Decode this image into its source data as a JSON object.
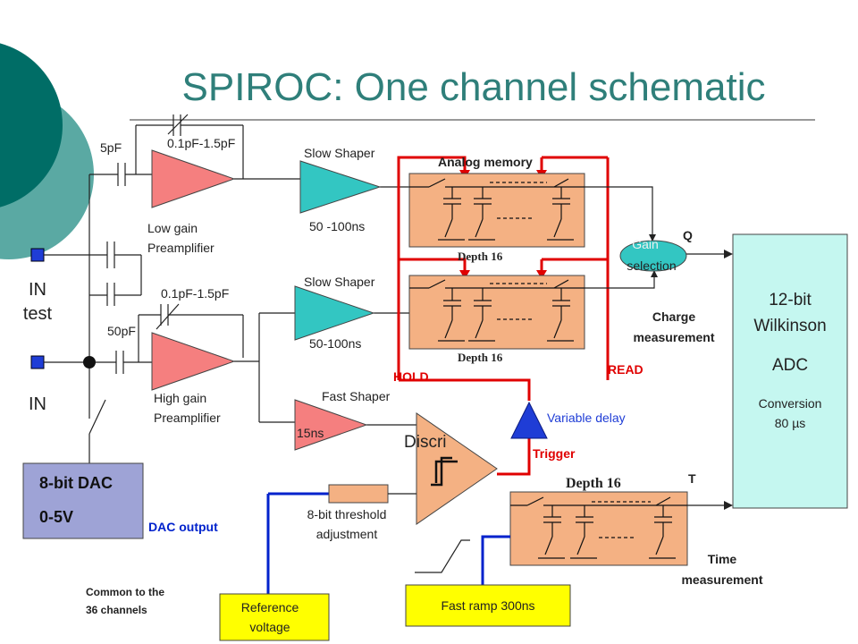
{
  "title": "SPIROC: One channel schematic",
  "inputs": {
    "in_test": [
      "IN",
      "test"
    ],
    "in": "IN"
  },
  "capacitors": {
    "c5": "5pF",
    "c50": "50pF",
    "fb_low": "0.1pF-1.5pF",
    "fb_high": "0.1pF-1.5pF"
  },
  "preamps": {
    "low": [
      "Low gain",
      "Preamplifier"
    ],
    "high": [
      "High gain",
      "Preamplifier"
    ]
  },
  "shapers": {
    "slow1_label": "Slow Shaper",
    "slow1_time": "50 -100ns",
    "slow2_label": "Slow Shaper",
    "slow2_time": "50-100ns",
    "fast_label": "Fast Shaper",
    "fast_time": "15ns"
  },
  "memory": {
    "analog": "Analog memory",
    "depth1": "Depth 16",
    "depth2": "Depth 16",
    "depth3": "Depth 16"
  },
  "signals": {
    "hold": "HOLD",
    "read": "READ",
    "trigger": "Trigger",
    "variable_delay": "Variable delay"
  },
  "gain_selection": [
    "Gain",
    "selection"
  ],
  "outputs": {
    "q": "Q",
    "t": "T",
    "charge": [
      "Charge",
      "measurement"
    ],
    "time": [
      "Time",
      "measurement"
    ]
  },
  "adc": {
    "lines": [
      "12-bit",
      "Wilkinson"
    ],
    "name": "ADC",
    "conversion": [
      "Conversion",
      "80 µs"
    ]
  },
  "discri": "Discri",
  "dac": {
    "lines": [
      "8-bit DAC",
      "0-5V"
    ],
    "output": "DAC output"
  },
  "threshold": [
    "8-bit threshold",
    "adjustment"
  ],
  "reference": [
    "Reference",
    "voltage"
  ],
  "ramp": "Fast ramp 300ns",
  "common": [
    "Common to the",
    "36 channels"
  ],
  "colors": {
    "teal_dark": "#006d66",
    "teal_light": "#5aa9a3",
    "preamp": "#f57f7f",
    "shaper": "#33c6c2",
    "memory": "#f4b183",
    "adc": "#c5f7f0",
    "dac": "#9ea3d6",
    "ramp": "#ffff00",
    "red": "#e00000",
    "blue": "#0022cc"
  }
}
